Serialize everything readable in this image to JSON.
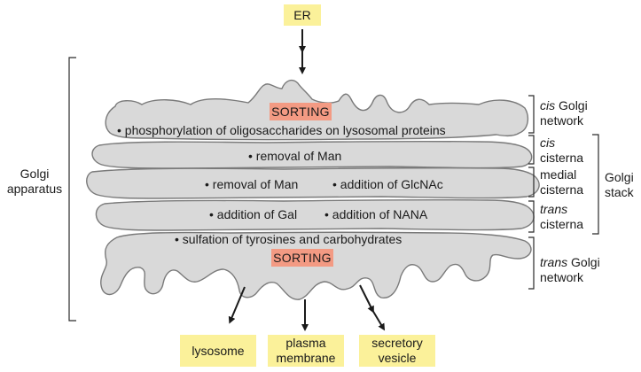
{
  "er": "ER",
  "cis_network": {
    "sorting": "SORTING",
    "activity": "phosphorylation of oligosaccharides on lysosomal proteins"
  },
  "cis_cisterna": {
    "activity": "removal of Man"
  },
  "medial_cisterna": {
    "activity_1": "removal of Man",
    "activity_2": "addition of GlcNAc"
  },
  "trans_cisterna": {
    "activity_1": "addition of Gal",
    "activity_2": "addition of NANA"
  },
  "trans_network": {
    "activity": "sulfation of tyrosines and carbohydrates",
    "sorting": "SORTING"
  },
  "labels": {
    "golgi_apparatus_1": "Golgi",
    "golgi_apparatus_2": "apparatus",
    "cis_network_1_italic": "cis",
    "cis_network_1_rest": "Golgi",
    "cis_network_2": "network",
    "cis_cisterna_1_italic": "cis",
    "cis_cisterna_2": "cisterna",
    "medial_cisterna_1": "medial",
    "medial_cisterna_2": "cisterna",
    "trans_cisterna_1_italic": "trans",
    "trans_cisterna_2": "cisterna",
    "golgi_stack_1": "Golgi",
    "golgi_stack_2": "stack",
    "trans_network_1_italic": "trans",
    "trans_network_1_rest": "Golgi",
    "trans_network_2": "network"
  },
  "destinations": {
    "lysosome": "lysosome",
    "plasma_1": "plasma",
    "plasma_2": "membrane",
    "secretory_1": "secretory",
    "secretory_2": "vesicle"
  },
  "colors": {
    "cisterna_fill": "#d9d9d9",
    "cisterna_stroke": "#7a7a7a",
    "sorting_box": "#f39a83",
    "destination_box": "#fbf19a"
  }
}
